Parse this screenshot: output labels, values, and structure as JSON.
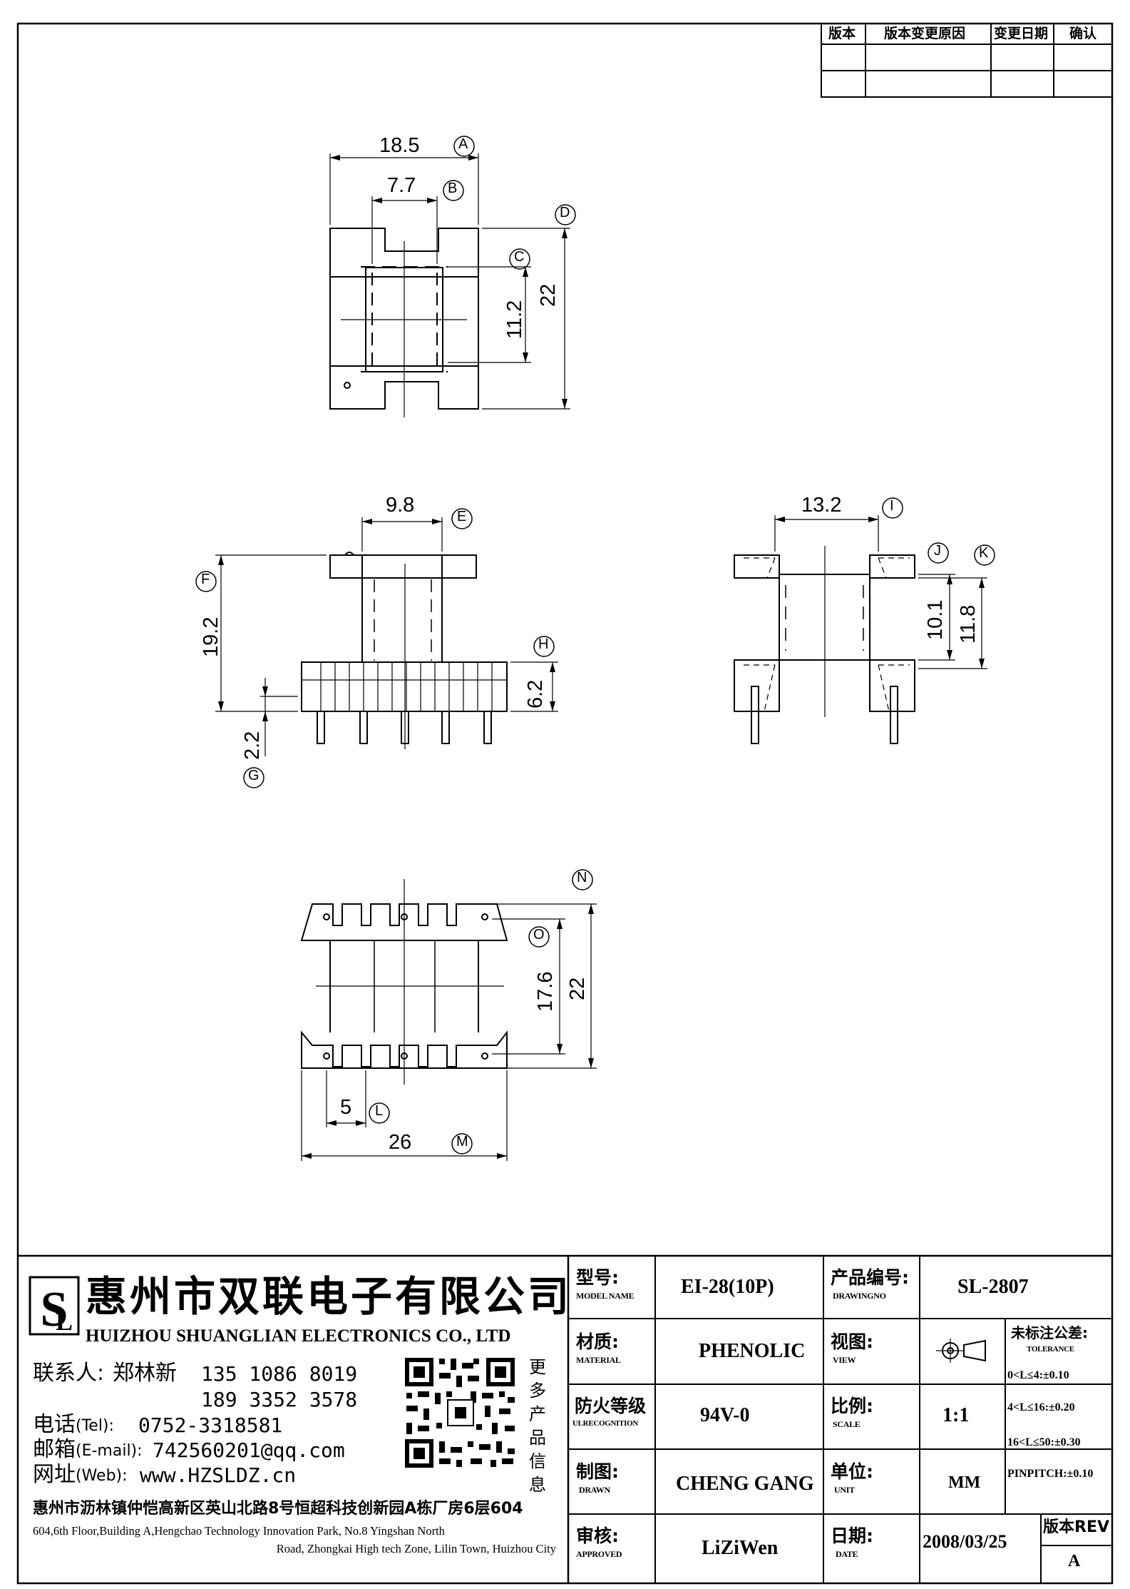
{
  "revision_table": {
    "headers": [
      "版本",
      "版本变更原因",
      "变更日期",
      "确认"
    ]
  },
  "dimensions": {
    "top_view": {
      "width": "18.5",
      "inner_width": "7.7",
      "height_inner": "11.2",
      "height": "22",
      "labels": [
        "A",
        "B",
        "C",
        "D"
      ]
    },
    "front_view": {
      "width": "9.8",
      "height": "19.2",
      "base_height": "6.2",
      "pin_length": "2.2",
      "labels": [
        "E",
        "F",
        "G",
        "H"
      ]
    },
    "side_view": {
      "width": "13.2",
      "inner_height": "10.1",
      "height": "11.8",
      "labels": [
        "I",
        "J",
        "K"
      ]
    },
    "bottom_view": {
      "inner_height": "17.6",
      "height": "22",
      "pitch": "5",
      "width": "26",
      "labels": [
        "L",
        "M",
        "N",
        "O"
      ]
    }
  },
  "company": {
    "logo_letters": "SL",
    "name_cn": "惠州市双联电子有限公司",
    "name_en": "HUIZHOU SHUANGLIAN ELECTRONICS CO., LTD",
    "contact_label": "联系人:",
    "contact_name": "郑林新",
    "phone1": "135 1086 8019",
    "phone2": "189 3352 3578",
    "tel_label": "电话",
    "tel_sub": "(Tel):",
    "tel": "0752-3318581",
    "email_label": "邮箱",
    "email_sub": "(E-mail):",
    "email": "742560201@qq.com",
    "web_label": "网址",
    "web_sub": "(Web):",
    "web": "www.HZSLDZ.cn",
    "qr_caption": "更多产品信息",
    "address_cn": "惠州市沥林镇仲恺高新区英山北路8号恒超科技创新园A栋厂房6层604",
    "address_en_1": "604,6th Floor,Building A,Hengchao Technology Innovation Park, No.8 Yingshan North",
    "address_en_2": "Road, Zhongkai High tech Zone, Lilin Town, Huizhou City"
  },
  "title_block": {
    "model": {
      "label_cn": "型号:",
      "label_en": "MODEL NAME",
      "value": "EI-28(10P)"
    },
    "drawing_no": {
      "label_cn": "产品编号:",
      "label_en": "DRAWINGNO",
      "value": "SL-2807"
    },
    "material": {
      "label_cn": "材质:",
      "label_en": "MATERIAL",
      "value": "PHENOLIC"
    },
    "view": {
      "label_cn": "视图:",
      "label_en": "VIEW"
    },
    "tolerance": {
      "label_cn": "未标注公差:",
      "label_en": "TOLERANCE",
      "rows": [
        "0<L≤4:±0.10",
        "4<L≤16:±0.20",
        "16<L≤50:±0.30",
        "PINPITCH:±0.10"
      ]
    },
    "fire_rating": {
      "label_cn": "防火等级",
      "label_en": "ULRECOGNITION",
      "value": "94V-0"
    },
    "scale": {
      "label_cn": "比例:",
      "label_en": "SCALE",
      "value": "1:1"
    },
    "drawn": {
      "label_cn": "制图:",
      "label_en": "DRAWN",
      "value": "CHENG GANG"
    },
    "unit": {
      "label_cn": "单位:",
      "label_en": "UNIT",
      "value": "MM"
    },
    "approved": {
      "label_cn": "审核:",
      "label_en": "APPROVED",
      "value": "LiZiWen"
    },
    "date": {
      "label_cn": "日期:",
      "label_en": "DATE",
      "value": "2008/03/25"
    },
    "revision": {
      "label": "版本REV",
      "value": "A"
    }
  }
}
